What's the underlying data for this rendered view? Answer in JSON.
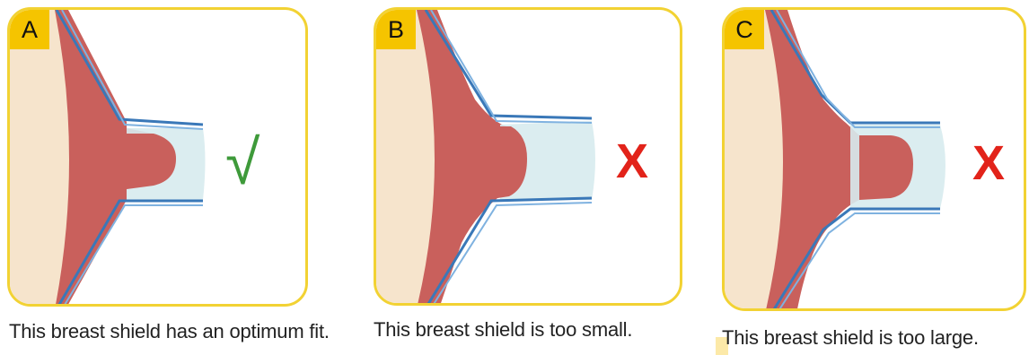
{
  "colors": {
    "panel_border": "#f2d233",
    "label_bg": "#f5c400",
    "skin": "#f6e4cc",
    "tissue": "#c9605c",
    "tunnel": "#d7ebee",
    "shield_line": "#3a78b8",
    "check": "#3e9a3a",
    "cross": "#e2231a"
  },
  "panels": [
    {
      "label": "A",
      "verdict_icon": "check-icon",
      "verdict_symbol": "√",
      "caption": "This breast shield has an optimum fit."
    },
    {
      "label": "B",
      "verdict_icon": "cross-icon",
      "verdict_symbol": "X",
      "caption": "This breast shield is too small."
    },
    {
      "label": "C",
      "verdict_icon": "cross-icon",
      "verdict_symbol": "X",
      "caption": "This breast shield is too large."
    }
  ]
}
